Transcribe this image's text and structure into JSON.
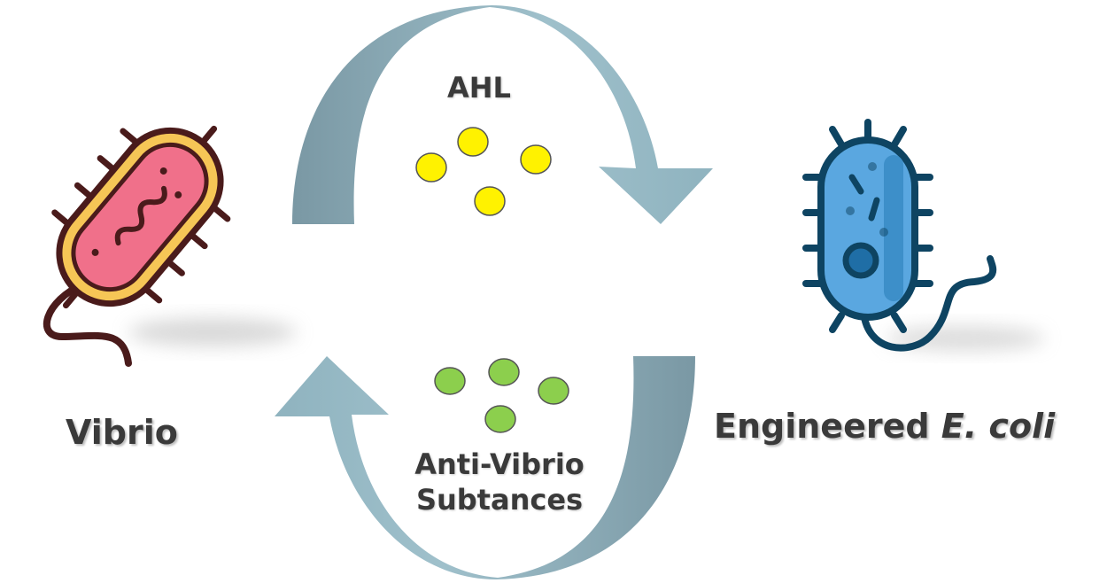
{
  "labels": {
    "vibrio": "Vibrio",
    "ecoli_prefix": "Engineered",
    "ecoli_italic": "E. coli",
    "ahl": "AHL",
    "anti_line1": "Anti-Vibrio",
    "anti_line2": "Subtances"
  },
  "colors": {
    "arrow_light": "#94b8c4",
    "arrow_dark": "#7b9aa6",
    "ahl_dot": "#fff200",
    "anti_dot": "#8ccf4d",
    "vibrio_body": "#f0708a",
    "vibrio_rim": "#f6c656",
    "outline_dark": "#4a1b1b",
    "ecoli_body": "#5aa7e0",
    "ecoli_outline": "#0e4462"
  },
  "icons": {
    "vibrio": "vibrio-bacterium-icon",
    "ecoli": "ecoli-bacterium-icon"
  }
}
